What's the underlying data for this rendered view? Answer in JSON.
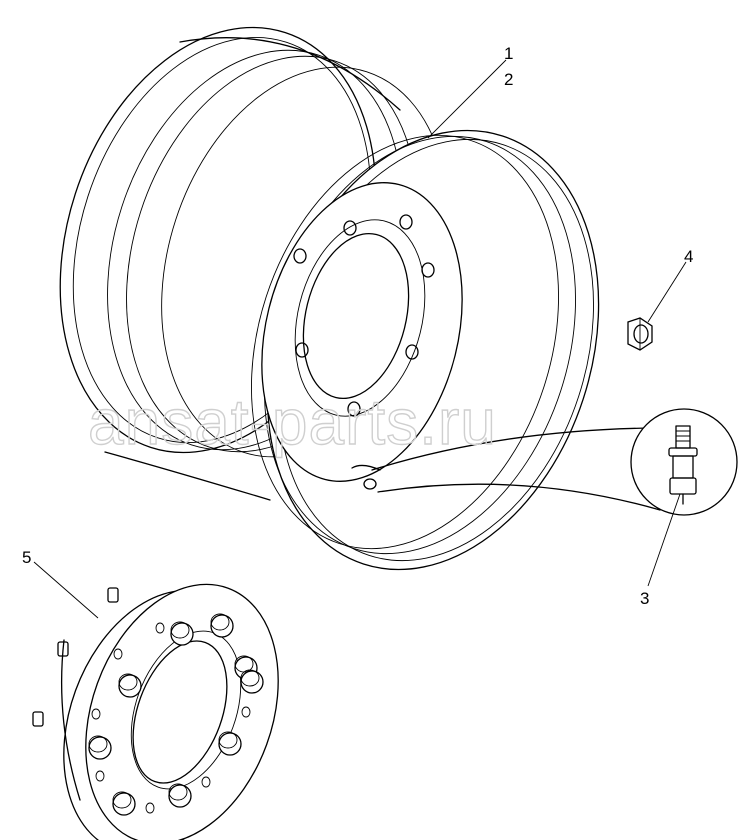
{
  "callouts": {
    "c1": "1",
    "c2": "2",
    "c3": "3",
    "c4": "4",
    "c5": "5"
  },
  "watermark": "ansat-parts.ru",
  "colors": {
    "line": "#000000",
    "background": "#ffffff",
    "watermark": "#cfcfcf"
  }
}
